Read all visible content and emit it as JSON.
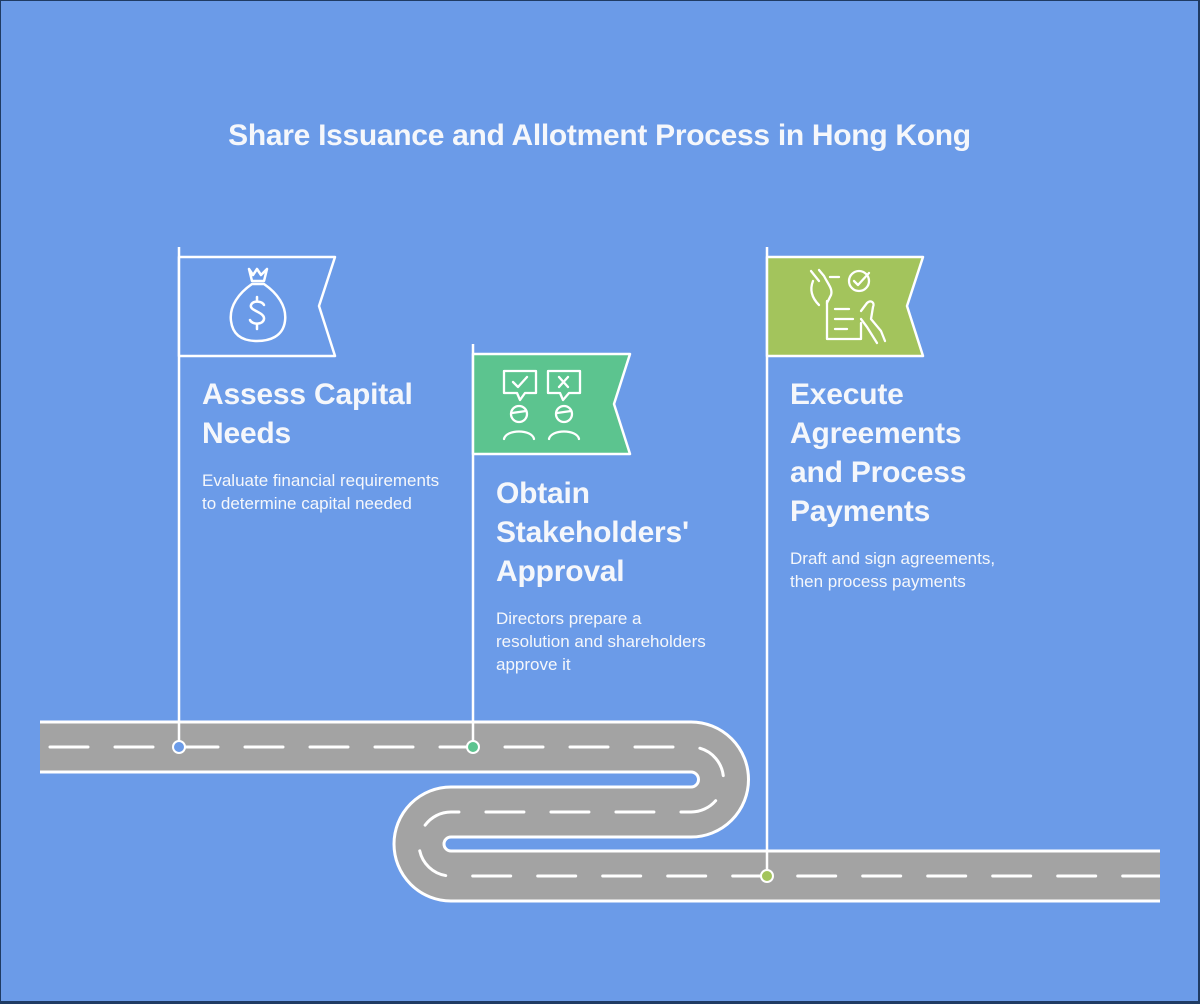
{
  "title": "Share Issuance and Allotment Process in Hong Kong",
  "colors": {
    "background": "#6b9be8",
    "road": "#a3a3a3",
    "road_line": "#ffffff",
    "flag_1": "#6b9be8",
    "flag_2": "#5cc48f",
    "flag_3": "#a3c45c",
    "text": "#f5f7fb"
  },
  "steps": [
    {
      "title": "Assess Capital Needs",
      "title_lines": [
        "Assess Capital",
        "Needs"
      ],
      "description": "Evaluate financial requirements to determine capital needed",
      "icon": "money-bag-icon",
      "flag_color": "#6b9be8"
    },
    {
      "title": "Obtain Stakeholders' Approval",
      "title_lines": [
        "Obtain",
        "Stakeholders'",
        "Approval"
      ],
      "description": "Directors prepare a resolution and shareholders approve it",
      "icon": "voting-people-icon",
      "flag_color": "#5cc48f"
    },
    {
      "title": "Execute Agreements and Process Payments",
      "title_lines": [
        "Execute",
        "Agreements",
        "and Process",
        "Payments"
      ],
      "description": "Draft and sign agreements, then process payments",
      "icon": "signed-document-icon",
      "flag_color": "#a3c45c"
    }
  ]
}
